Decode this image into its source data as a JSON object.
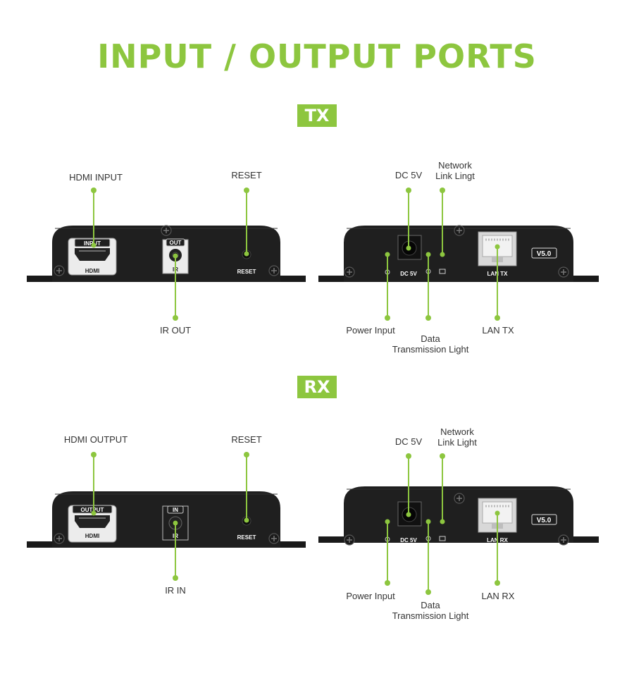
{
  "title": "INPUT / OUTPUT PORTS",
  "accent_color": "#8dc63f",
  "device_color": "#1a1a1a",
  "tx": {
    "badge": "TX",
    "hdmi_label": "HDMI INPUT",
    "reset_label": "RESET",
    "ir_label": "IR OUT",
    "dc_label": "DC 5V",
    "network_label_line1": "Network",
    "network_label_line2": "Link Lingt",
    "power_label": "Power Input",
    "data_label_line1": "Data",
    "data_label_line2": "Transmission Light",
    "lan_label": "LAN TX",
    "dev_hdmi_tag": "INPUT",
    "dev_hdmi_text": "HDMI",
    "dev_ir_tag": "OUT",
    "dev_ir_text": "IR",
    "dev_reset_text": "RESET",
    "dev_dc_text": "DC 5V",
    "dev_lan_text": "LAN TX",
    "dev_version": "V5.0"
  },
  "rx": {
    "badge": "RX",
    "hdmi_label": "HDMI OUTPUT",
    "reset_label": "RESET",
    "ir_label": "IR IN",
    "dc_label": "DC 5V",
    "network_label_line1": "Network",
    "network_label_line2": "Link Light",
    "power_label": "Power Input",
    "data_label_line1": "Data",
    "data_label_line2": "Transmission Light",
    "lan_label": "LAN RX",
    "dev_hdmi_tag": "OUTPUT",
    "dev_hdmi_text": "HDMI",
    "dev_ir_tag": "IN",
    "dev_ir_text": "IR",
    "dev_reset_text": "RESET",
    "dev_dc_text": "DC 5V",
    "dev_lan_text": "LAN RX",
    "dev_version": "V5.0"
  }
}
